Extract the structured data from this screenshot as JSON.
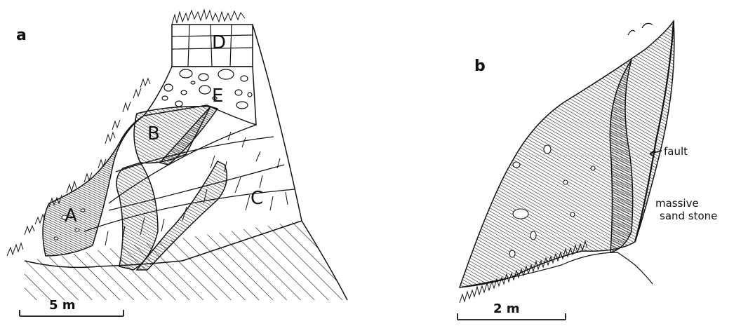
{
  "panels": [
    {
      "letter": "a",
      "scale_label": "5 m",
      "units": [
        "D",
        "E",
        "B",
        "C",
        "A"
      ]
    },
    {
      "letter": "b",
      "scale_label": "2 m",
      "annotations": {
        "fault": "fault",
        "massive_line1": "massive",
        "massive_line2": "sand stone"
      }
    }
  ],
  "colors": {
    "ink": "#111111",
    "paper": "#ffffff"
  }
}
